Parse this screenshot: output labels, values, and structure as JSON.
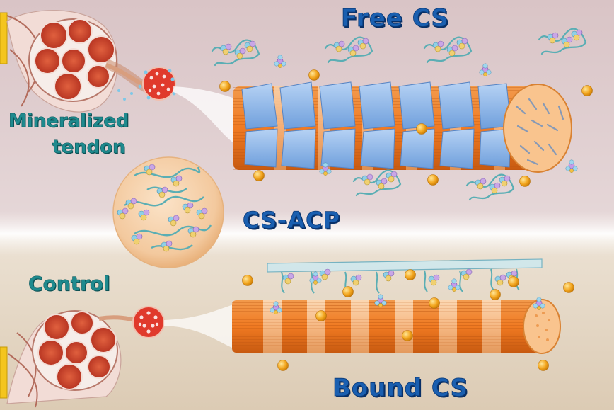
{
  "labels": {
    "free_cs": "Free CS",
    "mineralized_line1": "Mineralized",
    "mineralized_line2": "tendon",
    "cs_acp": "CS-ACP",
    "control": "Control",
    "bound_cs": "Bound CS"
  },
  "colors": {
    "top_background": "#dcc8c8",
    "bottom_background": "#e4d6c2",
    "collagen_orange": "#f07a22",
    "collagen_light": "#f7c190",
    "mineral_blue": "#7fb0e8",
    "calcium_gold": "#f0a020",
    "chain_teal": "#5aaeb4",
    "label_teal": "#1f8a8e",
    "label_blue": "#1a5fb0"
  },
  "icons": [
    "tendon-cross-section-icon",
    "collagen-fibril-icon",
    "cs-chain-icon",
    "calcium-ion-icon",
    "phosphate-cluster-icon"
  ]
}
